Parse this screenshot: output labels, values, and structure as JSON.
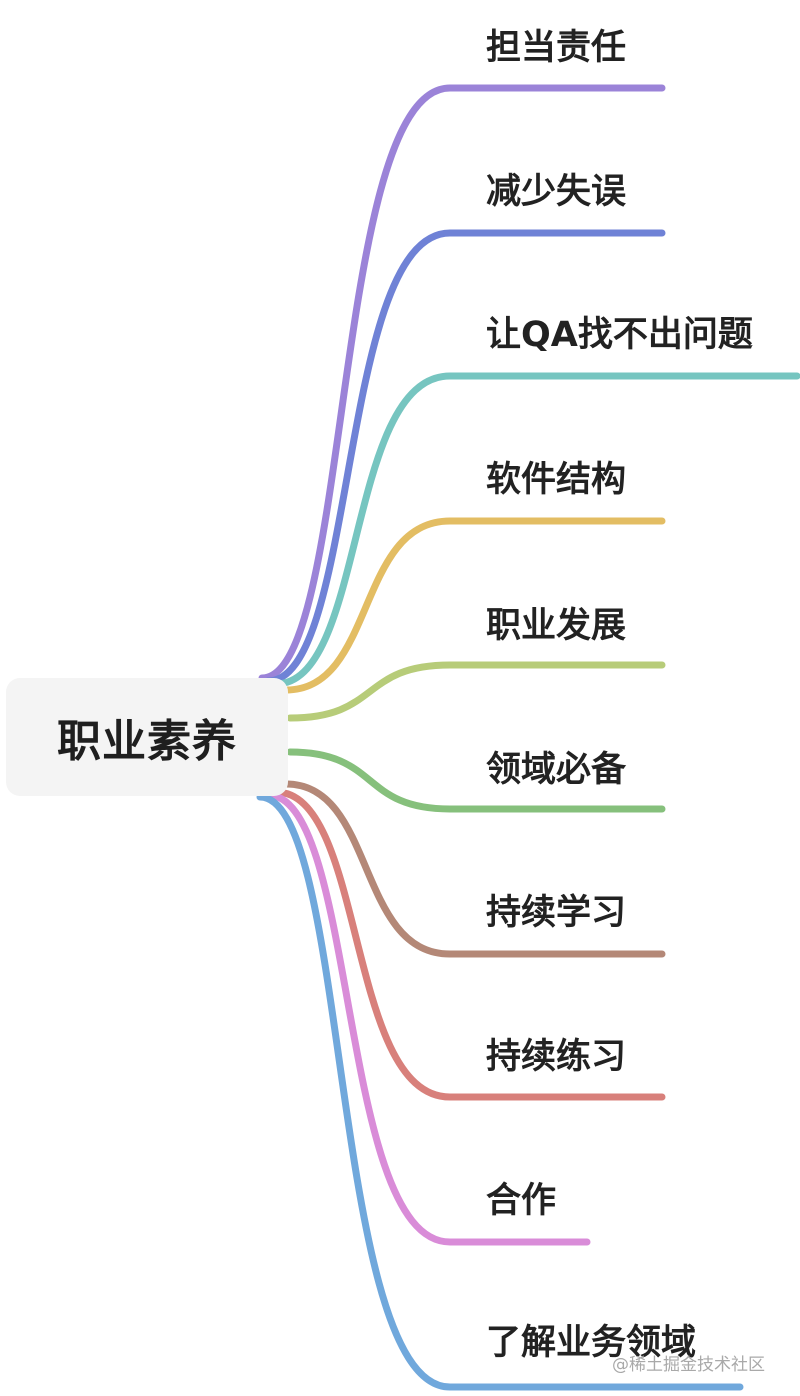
{
  "root": {
    "label": "职业素养"
  },
  "branches": [
    {
      "label": "担当责任",
      "color": "#9b83d8"
    },
    {
      "label": "减少失误",
      "color": "#6f82d6"
    },
    {
      "label": "让QA找不出问题",
      "color": "#76c5c0"
    },
    {
      "label": "软件结构",
      "color": "#e3bd63"
    },
    {
      "label": "职业发展",
      "color": "#b7cc79"
    },
    {
      "label": "领域必备",
      "color": "#86c07c"
    },
    {
      "label": "持续学习",
      "color": "#b48877"
    },
    {
      "label": "持续练习",
      "color": "#d8807b"
    },
    {
      "label": "合作",
      "color": "#d98cd8"
    },
    {
      "label": "了解业务领域",
      "color": "#70a8dc"
    }
  ],
  "watermark": {
    "text": "@稀土掘金技术社区"
  }
}
